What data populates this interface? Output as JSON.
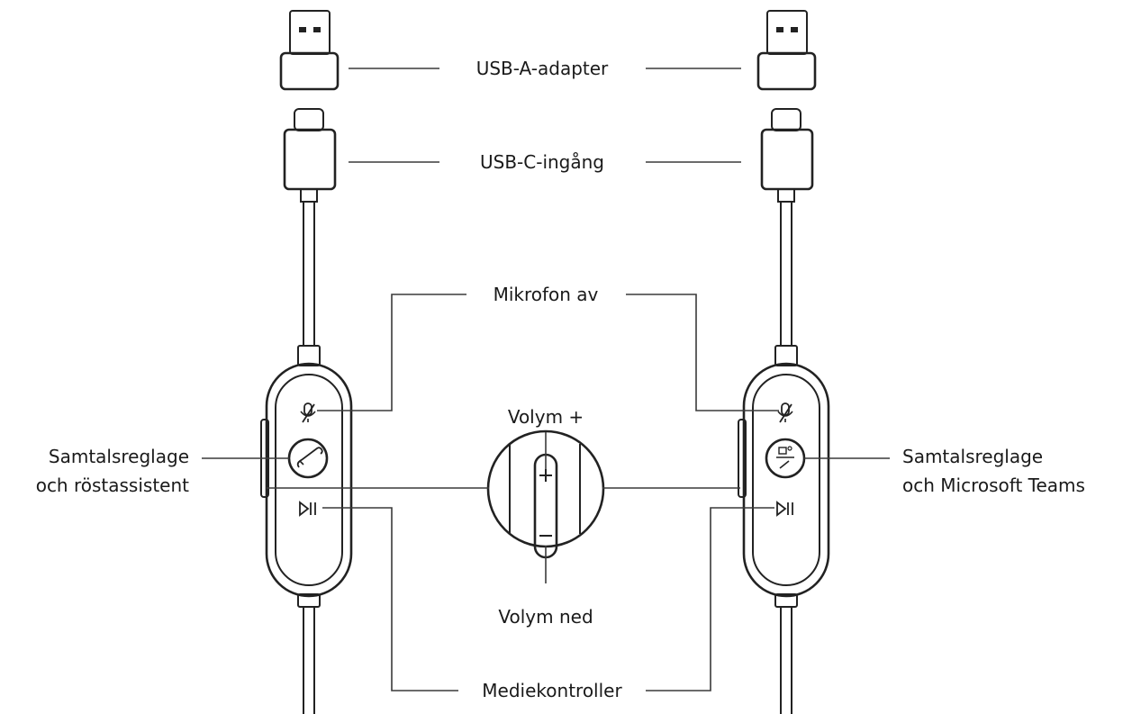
{
  "labels": {
    "usb_a_adapter": "USB-A-adapter",
    "usb_c_input": "USB-C-ingång",
    "mic_mute": "Mikrofon av",
    "volume_up": "Volym +",
    "volume_down": "Volym ned",
    "media_controls": "Mediekontroller",
    "call_left_line1": "Samtalsreglage",
    "call_left_line2": "och röstassistent",
    "call_right_line1": "Samtalsreglage",
    "call_right_line2": "och Microsoft Teams"
  },
  "icons": {
    "mic_mute": "mic-mute-icon",
    "call": "phone-handset-icon",
    "teams_call": "teams-call-icon",
    "play_pause": "play-pause-icon",
    "plus": "plus-icon",
    "minus": "minus-icon"
  },
  "colors": {
    "stroke": "#222222",
    "background": "#ffffff"
  }
}
